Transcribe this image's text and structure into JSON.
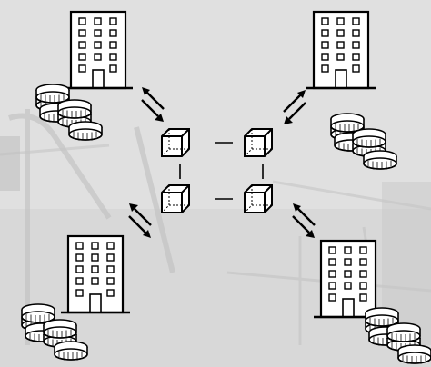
{
  "diagram": {
    "type": "blockchain-network",
    "icons": {
      "building": "office-building-icon",
      "coins": "coin-stack-icon",
      "block": "blockchain-cube-icon",
      "arrows": "two-way-arrows-icon"
    },
    "nodes": [
      {
        "id": "top-left",
        "icon": "office-building-icon",
        "has_coins": true
      },
      {
        "id": "top-right",
        "icon": "office-building-icon",
        "has_coins": true
      },
      {
        "id": "bottom-left",
        "icon": "office-building-icon",
        "has_coins": true
      },
      {
        "id": "bottom-right",
        "icon": "office-building-icon",
        "has_coins": true
      }
    ],
    "blocks": [
      "block-1",
      "block-2",
      "block-3",
      "block-4"
    ],
    "colors": {
      "ink": "#000000",
      "background": "#dedede",
      "photo_tint": "#b8b8b8"
    }
  }
}
